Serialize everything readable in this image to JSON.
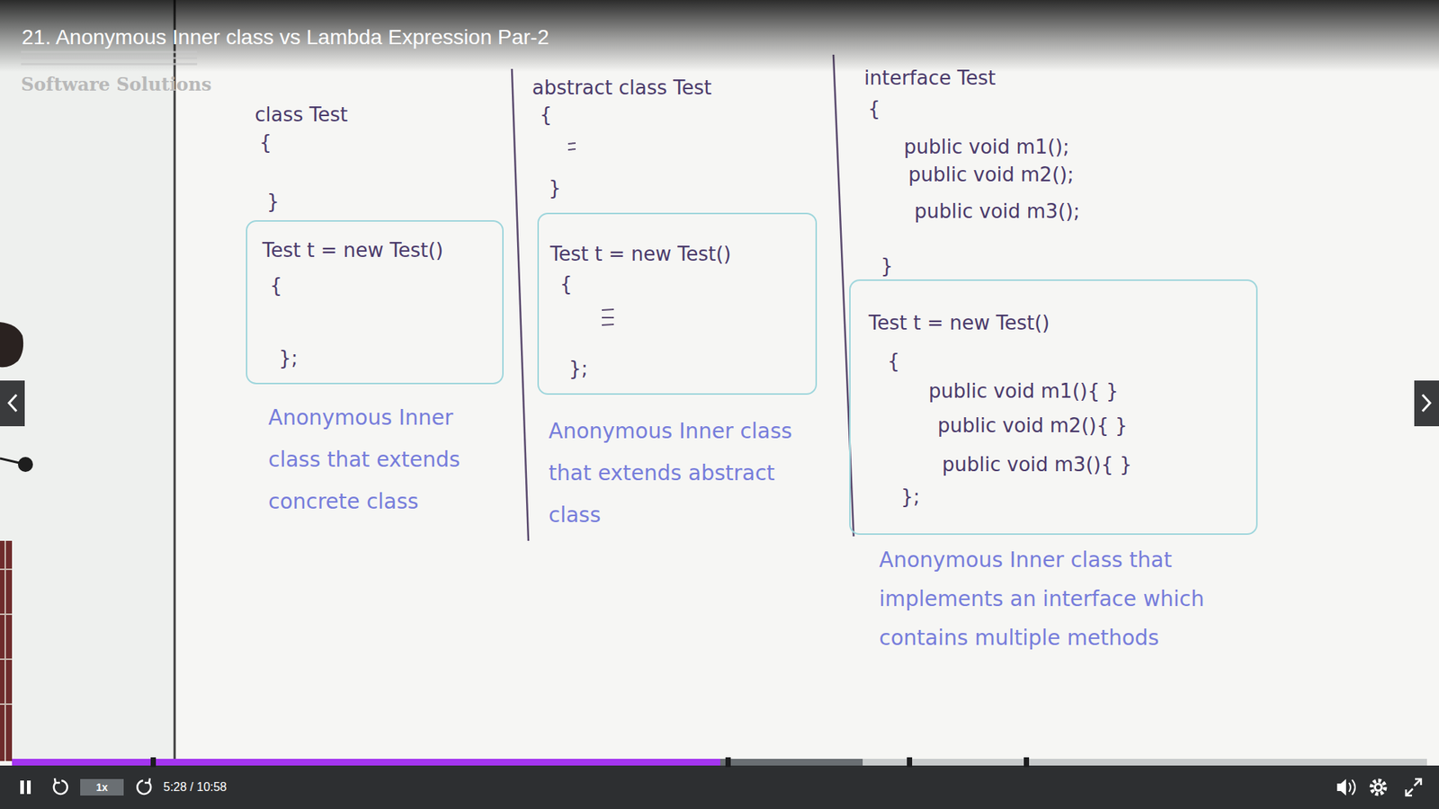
{
  "diagram": {
    "title": "21. Anonymous Inner class vs Lambda Expression Par-2",
    "nodes": [
      {
        "text": [
          "Test t = new Test()",
          "{",
          "};"
        ]
      },
      {
        "text": [
          "Test t = new Test()",
          "{",
          "};"
        ]
      },
      {
        "text": [
          "Test t = new Test()",
          "{",
          "public void m1(){ }",
          "public void m2(){ }",
          "public void m3(){ }",
          "};"
        ]
      }
    ],
    "labels": [
      "Software Solutions",
      "class Test",
      "{",
      "}",
      "Anonymous Inner class that extends concrete class",
      "abstract class Test",
      "{",
      "}",
      "Anonymous Inner class that extends abstract class",
      "interface Test",
      "{",
      "public void m1();",
      "public void m2();",
      "public void m3();",
      "}",
      "Anonymous Inner class that implements an interface which contains multiple methods",
      "1x",
      "5:28 / 10:58"
    ]
  }
}
